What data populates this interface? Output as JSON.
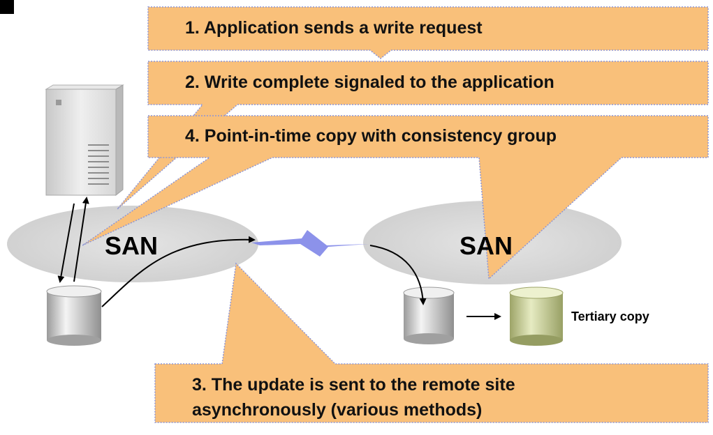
{
  "callouts": {
    "step1": "1. Application sends a write request",
    "step2": "2. Write complete signaled to the application",
    "step3_line1": "3. The update is sent to the remote site",
    "step3_line2": "asynchronously (various methods)",
    "step4": "4. Point-in-time copy with consistency group"
  },
  "san": {
    "local_label": "SAN",
    "remote_label": "SAN"
  },
  "storage": {
    "tertiary_label": "Tertiary copy"
  },
  "colors": {
    "callout_fill": "#f9c07a",
    "callout_border": "#8d95d6",
    "san_cloud": "#d4d4d4",
    "link": "#7f86e8",
    "tertiary_disk": "#c8cf9a"
  }
}
